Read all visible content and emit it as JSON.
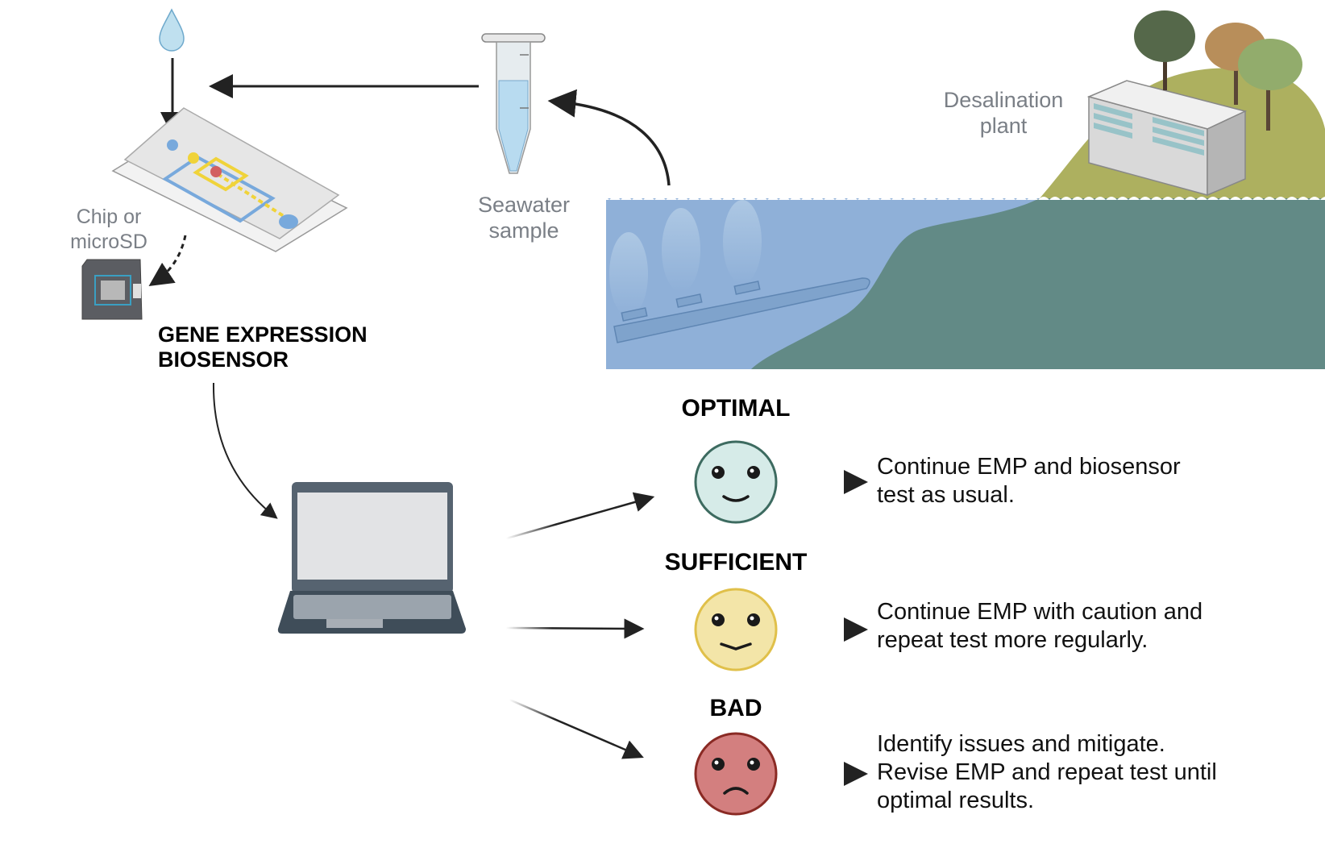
{
  "labels": {
    "chip": [
      "Chip or",
      "microSD"
    ],
    "seawater": [
      "Seawater",
      "sample"
    ],
    "desalination": [
      "Desalination",
      "plant"
    ],
    "biosensor": [
      "GENE EXPRESSION",
      "BIOSENSOR"
    ]
  },
  "outcomes": [
    {
      "status": "OPTIMAL",
      "face": "happy",
      "fill": "#d6ebe8",
      "stroke": "#3d6b60",
      "lines": [
        "Continue EMP and biosensor",
        "test as usual."
      ]
    },
    {
      "status": "SUFFICIENT",
      "face": "neutral",
      "fill": "#f3e5a8",
      "stroke": "#e0c04a",
      "lines": [
        "Continue EMP with caution and",
        "repeat test more regularly."
      ]
    },
    {
      "status": "BAD",
      "face": "sad",
      "fill": "#d37f7f",
      "stroke": "#8a2a24",
      "lines": [
        "Identify issues and mitigate.",
        "Revise EMP and repeat test until",
        "optimal results."
      ]
    }
  ],
  "colors": {
    "water": "#8fb0d8",
    "seabed": "#628a86",
    "hill": "#adb05f",
    "arrow": "#222222"
  },
  "icons": [
    "water-drop-icon",
    "microfluidic-chip-icon",
    "microsd-chip-icon",
    "test-tube-icon",
    "laptop-icon",
    "desalination-plant-icon",
    "tree-icon",
    "intake-pipe-icon"
  ]
}
